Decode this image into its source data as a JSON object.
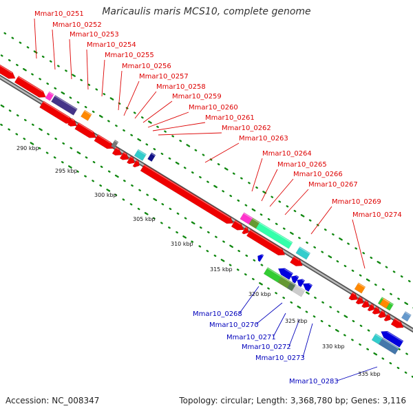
{
  "title": "Maricaulis maris MCS10, complete genome",
  "accession": "Accession: NC_008347",
  "summary": "Topology: circular; Length: 3,368,780 bp; Genes: 3,116",
  "colors": {
    "forward_label": "#dd0000",
    "reverse_label": "#0000bb",
    "backbone": "#888888",
    "ticks": "#118811",
    "scale_text": "#111111"
  },
  "scale_labels": [
    "290 kbp",
    "295 kbp",
    "300 kbp",
    "305 kbp",
    "310 kbp",
    "315 kbp",
    "320 kbp",
    "325 kbp",
    "330 kbp",
    "335 kbp"
  ],
  "forward_gene_labels": [
    "Mmar10_0251",
    "Mmar10_0252",
    "Mmar10_0253",
    "Mmar10_0254",
    "Mmar10_0255",
    "Mmar10_0256",
    "Mmar10_0257",
    "Mmar10_0258",
    "Mmar10_0259",
    "Mmar10_0260",
    "Mmar10_0261",
    "Mmar10_0262",
    "Mmar10_0263",
    "Mmar10_0264",
    "Mmar10_0265",
    "Mmar10_0266",
    "Mmar10_0267",
    "Mmar10_0269",
    "Mmar10_0274"
  ],
  "reverse_gene_labels": [
    "Mmar10_0268",
    "Mmar10_0270",
    "Mmar10_0271",
    "Mmar10_0272",
    "Mmar10_0273",
    "Mmar10_0283"
  ]
}
